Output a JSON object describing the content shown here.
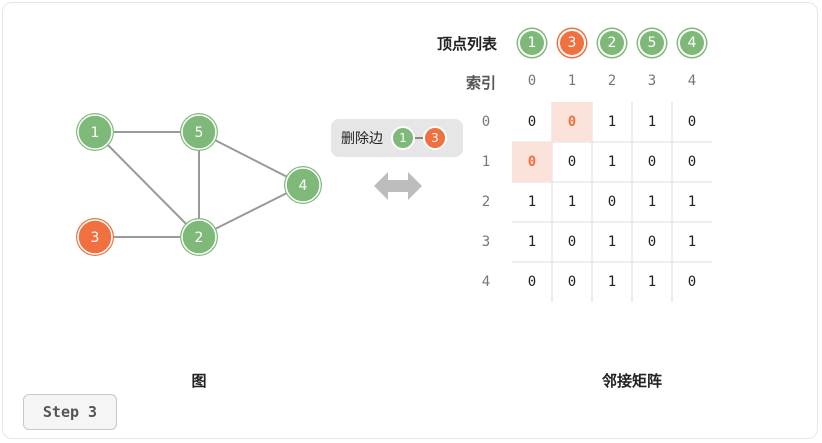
{
  "colors": {
    "green": "#7fb97a",
    "orange": "#f0703f",
    "edge": "#9a9a9a",
    "highlight_bg": "#fbe3dc",
    "grid": "#dcdcdc"
  },
  "graph": {
    "caption": "图",
    "nodes": [
      {
        "id": "1",
        "color": "green"
      },
      {
        "id": "5",
        "color": "green"
      },
      {
        "id": "4",
        "color": "green"
      },
      {
        "id": "3",
        "color": "orange"
      },
      {
        "id": "2",
        "color": "green"
      }
    ],
    "edges": [
      [
        "1",
        "5"
      ],
      [
        "1",
        "2"
      ],
      [
        "5",
        "2"
      ],
      [
        "5",
        "4"
      ],
      [
        "3",
        "2"
      ],
      [
        "2",
        "4"
      ]
    ]
  },
  "vertex_list": {
    "label": "顶点列表",
    "items": [
      {
        "id": "1",
        "color": "green"
      },
      {
        "id": "3",
        "color": "orange"
      },
      {
        "id": "2",
        "color": "green"
      },
      {
        "id": "5",
        "color": "green"
      },
      {
        "id": "4",
        "color": "green"
      }
    ]
  },
  "matrix": {
    "index_label": "索引",
    "caption": "邻接矩阵",
    "col_indices": [
      "0",
      "1",
      "2",
      "3",
      "4"
    ],
    "row_indices": [
      "0",
      "1",
      "2",
      "3",
      "4"
    ],
    "rows": [
      [
        "0",
        "0",
        "1",
        "1",
        "0"
      ],
      [
        "0",
        "0",
        "1",
        "0",
        "0"
      ],
      [
        "1",
        "1",
        "0",
        "1",
        "1"
      ],
      [
        "1",
        "0",
        "1",
        "0",
        "1"
      ],
      [
        "0",
        "0",
        "1",
        "1",
        "0"
      ]
    ],
    "highlighted": [
      [
        0,
        1
      ],
      [
        1,
        0
      ]
    ]
  },
  "operation": {
    "label": "删除边",
    "from": "1",
    "to": "3"
  },
  "step_label": "Step 3"
}
